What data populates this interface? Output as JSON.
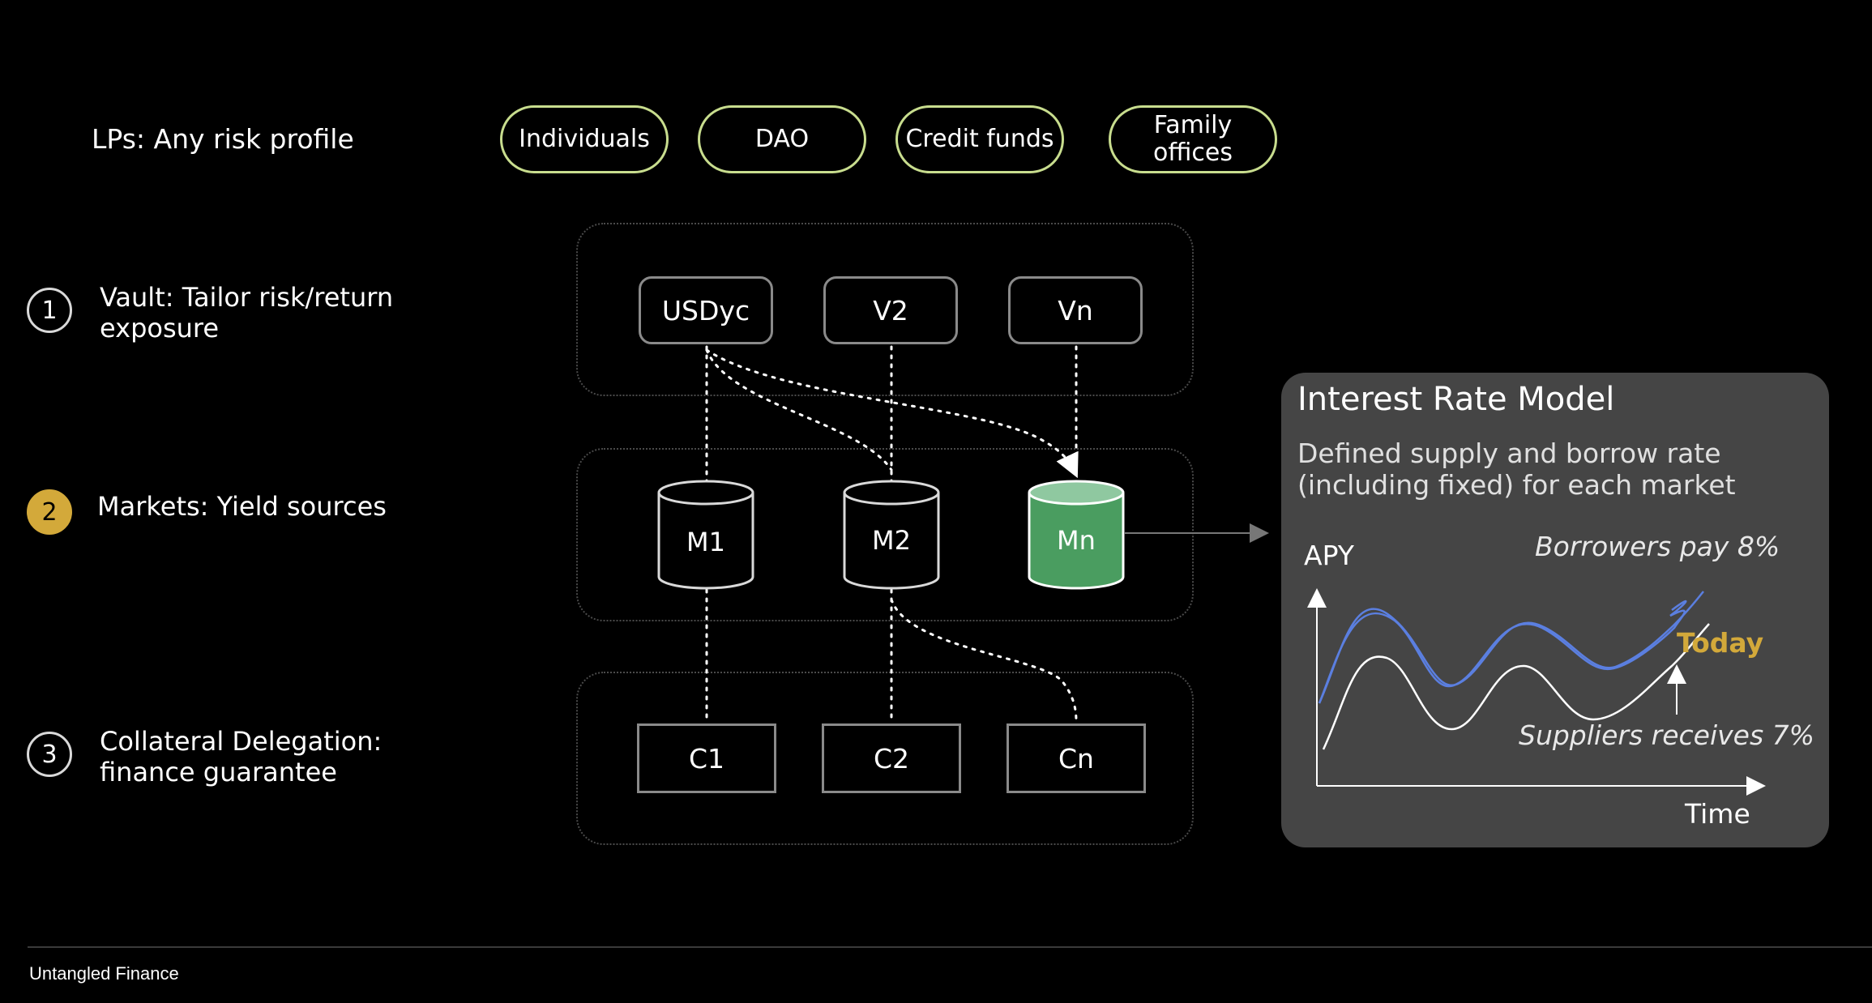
{
  "lp_label": "LPs: Any risk profile",
  "lp_pills": [
    "Individuals",
    "DAO",
    "Credit funds",
    "Family\noffices"
  ],
  "steps": [
    {
      "number": "1",
      "text": "Vault: Tailor risk/return exposure"
    },
    {
      "number": "2",
      "text": "Markets: Yield sources"
    },
    {
      "number": "3",
      "text": "Collateral Delegation: finance guarantee"
    }
  ],
  "vaults": [
    "USDyc",
    "V2",
    "Vn"
  ],
  "markets": [
    "M1",
    "M2",
    "Mn"
  ],
  "collaterals": [
    "C1",
    "C2",
    "Cn"
  ],
  "interest_rate_model": {
    "title": "Interest Rate Model",
    "description": "Defined supply and borrow rate (including fixed) for each market",
    "y_label": "APY",
    "x_label": "Time",
    "borrowers_label": "Borrowers pay 8%",
    "suppliers_label": "Suppliers receives 7%",
    "today_label": "Today"
  },
  "colors": {
    "pill_border": "#c8dd8e",
    "step_active": "#d3a93a",
    "market_highlight": "#4a9d60",
    "borrow_line": "#5b7fe0",
    "today": "#d3a93a"
  },
  "footer": "Untangled Finance"
}
